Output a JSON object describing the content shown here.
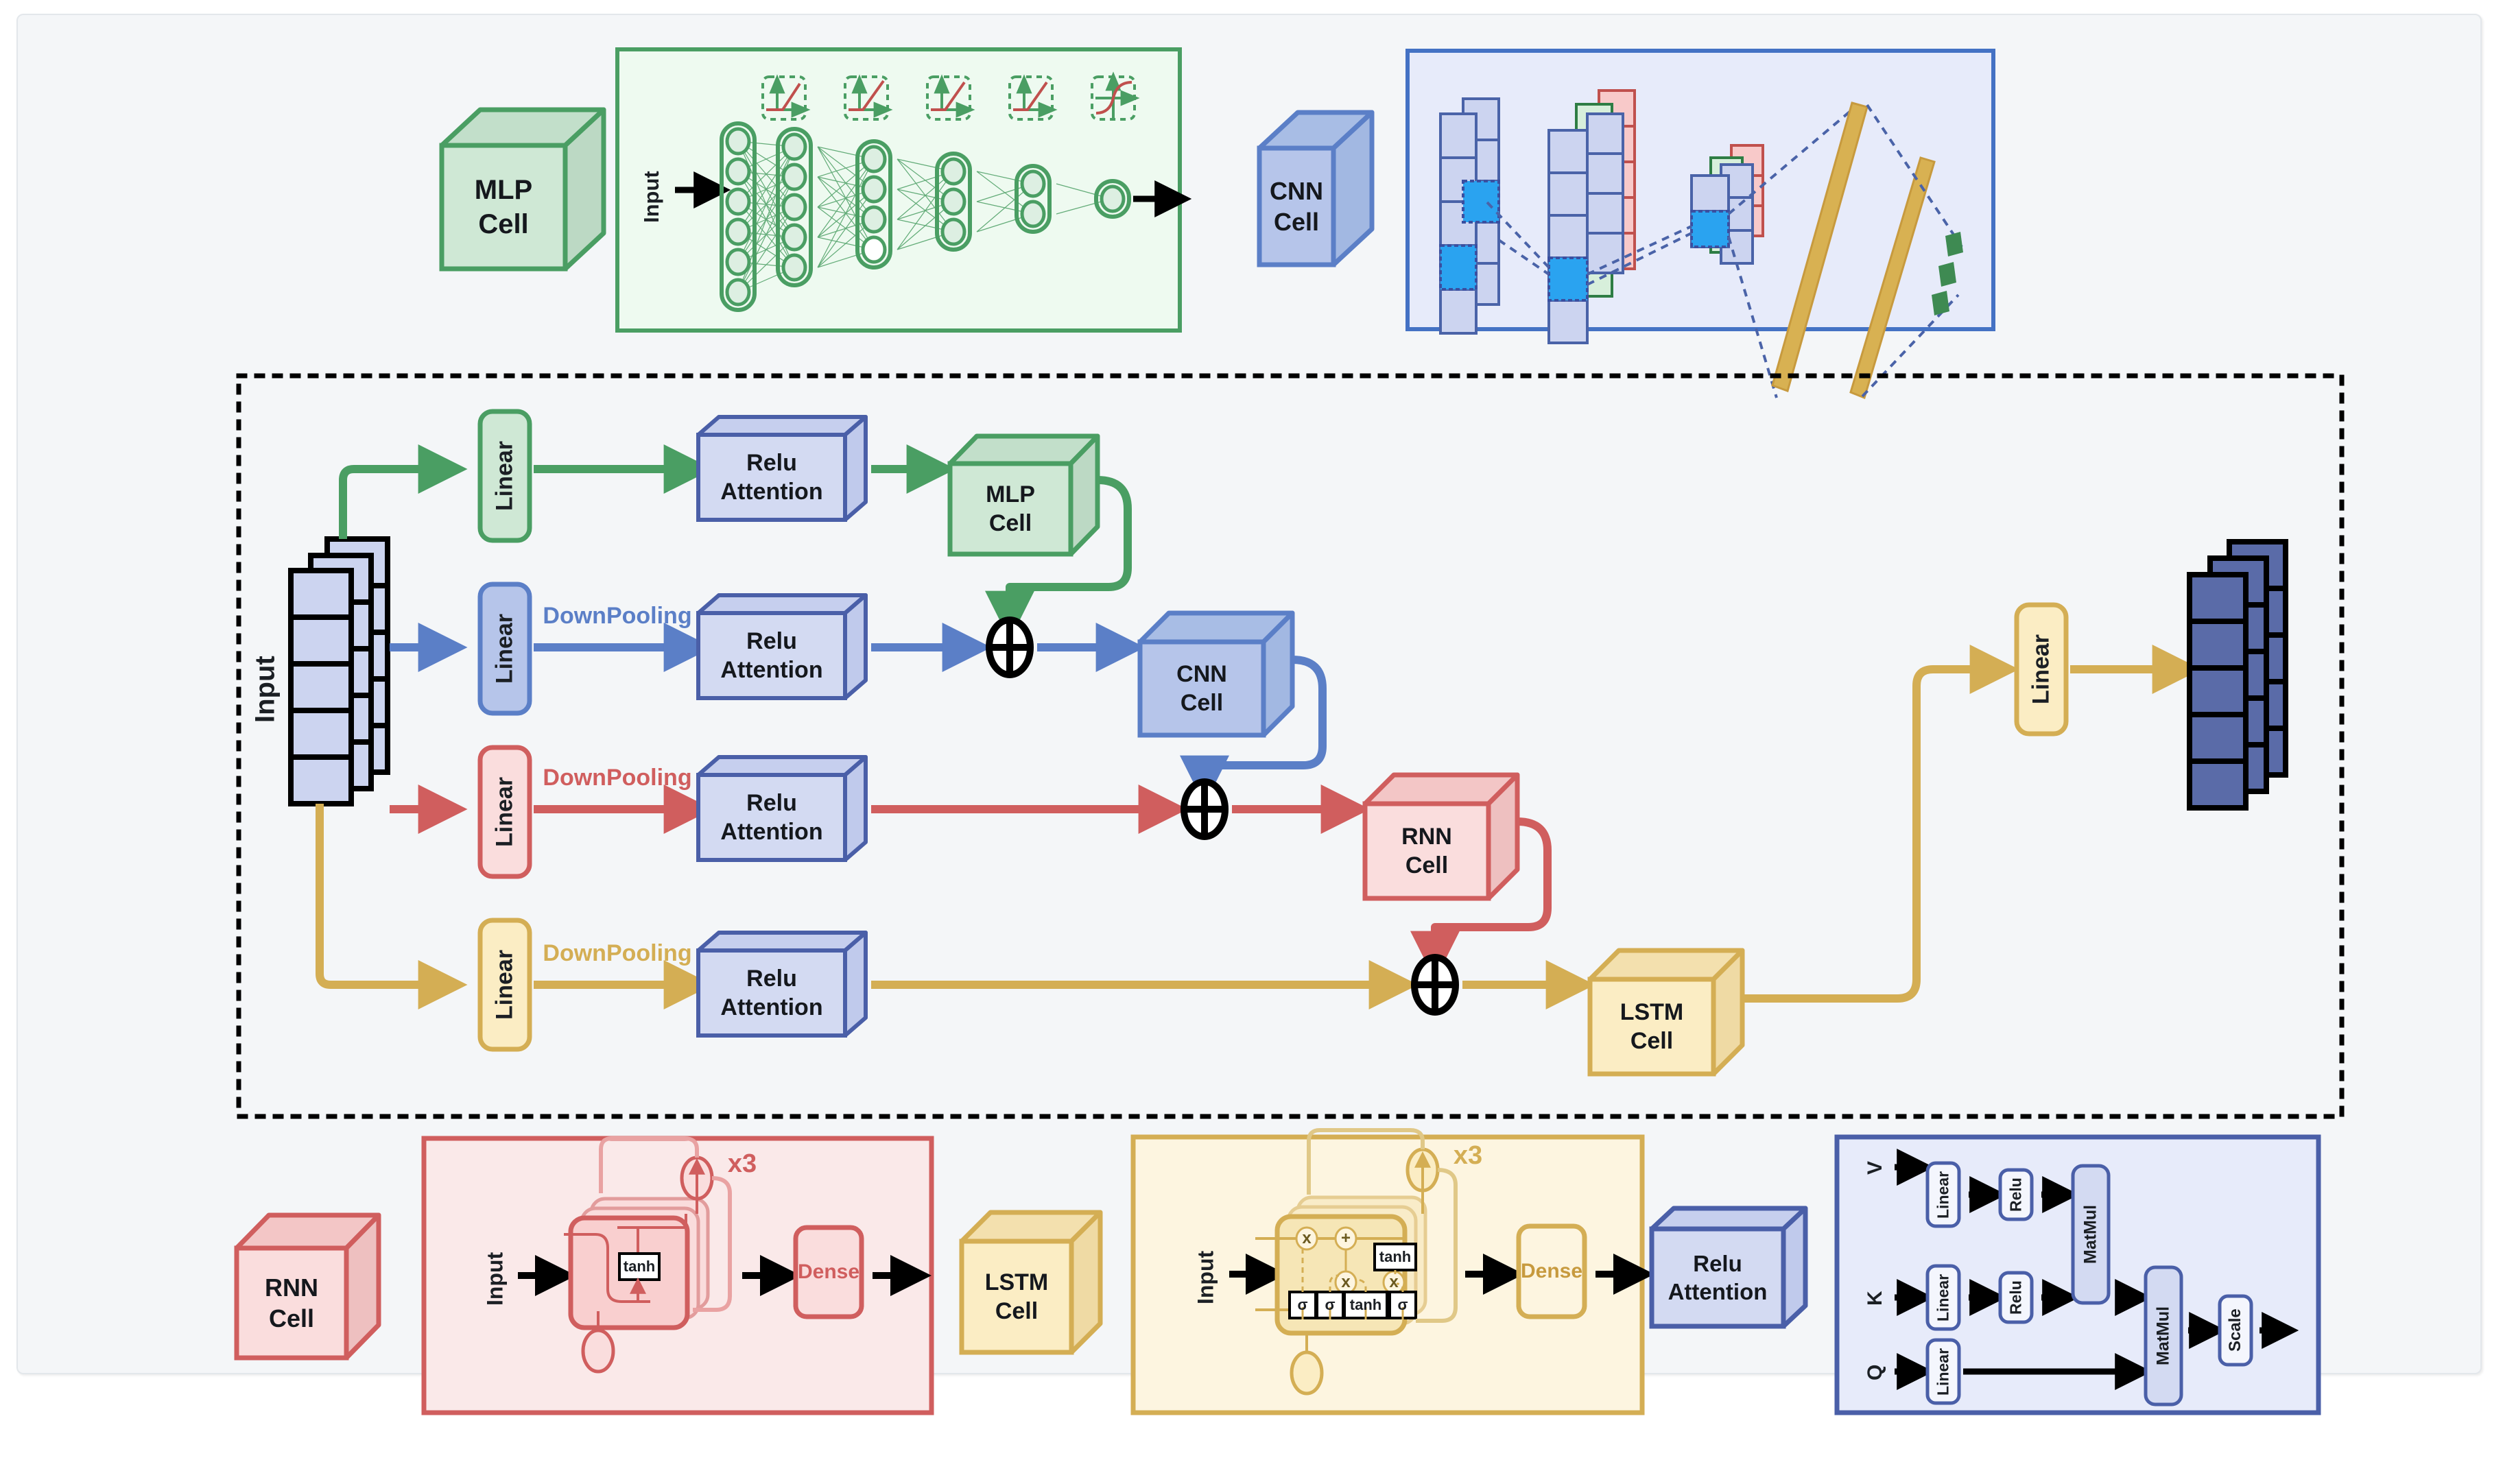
{
  "diagram": {
    "title_present": false,
    "colors": {
      "green_stroke": "#4a9e63",
      "green_fill": "#cfe8d5",
      "green_panel_fill": "#eefaf0",
      "blue_stroke": "#5b7fc7",
      "blue_fill": "#b6c5ea",
      "blue_panel_fill": "#e7ebfa",
      "attention_fill": "#d3daf2",
      "red_stroke": "#d05e5e",
      "red_fill": "#fadddd",
      "red_panel_fill": "#fae9e9",
      "gold_stroke": "#d4ae54",
      "gold_fill": "#fbedc4",
      "gold_panel_fill": "#fdf5e0",
      "output_fill": "#5a6ba8",
      "black": "#000000",
      "page_bg": "#f4f6f8",
      "highlight_blue": "#2aa3f0"
    }
  },
  "mlp_legend": {
    "cube_label_line1": "MLP",
    "cube_label_line2": "Cell",
    "input_label": "Input",
    "activation_icons": [
      "relu-icon",
      "relu-icon",
      "relu-icon",
      "relu-icon",
      "sigmoid-icon"
    ],
    "layer_sizes": [
      6,
      5,
      4,
      3,
      2,
      1
    ]
  },
  "cnn_legend": {
    "cube_label_line1": "CNN",
    "cube_label_line2": "Cell",
    "feature_map_groups": 3
  },
  "main": {
    "input_label": "Input",
    "branches": [
      {
        "id": "mlp-branch",
        "color_key": "green",
        "linear_label": "Linear",
        "pooling_label": "",
        "attention_label_line1": "Relu",
        "attention_label_line2": "Attention",
        "cell_label_line1": "MLP",
        "cell_label_line2": "Cell"
      },
      {
        "id": "cnn-branch",
        "color_key": "blue",
        "linear_label": "Linear",
        "pooling_label": "DownPooling",
        "attention_label_line1": "Relu",
        "attention_label_line2": "Attention",
        "cell_label_line1": "CNN",
        "cell_label_line2": "Cell"
      },
      {
        "id": "rnn-branch",
        "color_key": "red",
        "linear_label": "Linear",
        "pooling_label": "DownPooling",
        "attention_label_line1": "Relu",
        "attention_label_line2": "Attention",
        "cell_label_line1": "RNN",
        "cell_label_line2": "Cell"
      },
      {
        "id": "lstm-branch",
        "color_key": "gold",
        "linear_label": "Linear",
        "pooling_label": "DownPooling",
        "attention_label_line1": "Relu",
        "attention_label_line2": "Attention",
        "cell_label_line1": "LSTM",
        "cell_label_line2": "Cell"
      }
    ],
    "merge_symbol": "⊕",
    "merge_count": 3,
    "output_linear_label": "Linear",
    "output_stack_blocks": 5
  },
  "rnn_legend": {
    "cube_label_line1": "RNN",
    "cube_label_line2": "Cell",
    "input_label": "Input",
    "repeat_label": "x3",
    "gate_label": "tanh",
    "dense_label": "Dense"
  },
  "lstm_legend": {
    "cube_label_line1": "LSTM",
    "cube_label_line2": "Cell",
    "input_label": "Input",
    "repeat_label": "x3",
    "gate_labels": [
      "σ",
      "σ",
      "tanh",
      "σ"
    ],
    "top_gate_label": "tanh",
    "op_labels": [
      "x",
      "+",
      "x",
      "x"
    ],
    "dense_label": "Dense"
  },
  "attention_legend": {
    "cube_label_line1": "Relu",
    "cube_label_line2": "Attention",
    "inputs": [
      "V",
      "K",
      "Q"
    ],
    "linear_label": "Linear",
    "relu_label": "Relu",
    "matmul_label": "MatMul",
    "scale_label": "Scale"
  }
}
